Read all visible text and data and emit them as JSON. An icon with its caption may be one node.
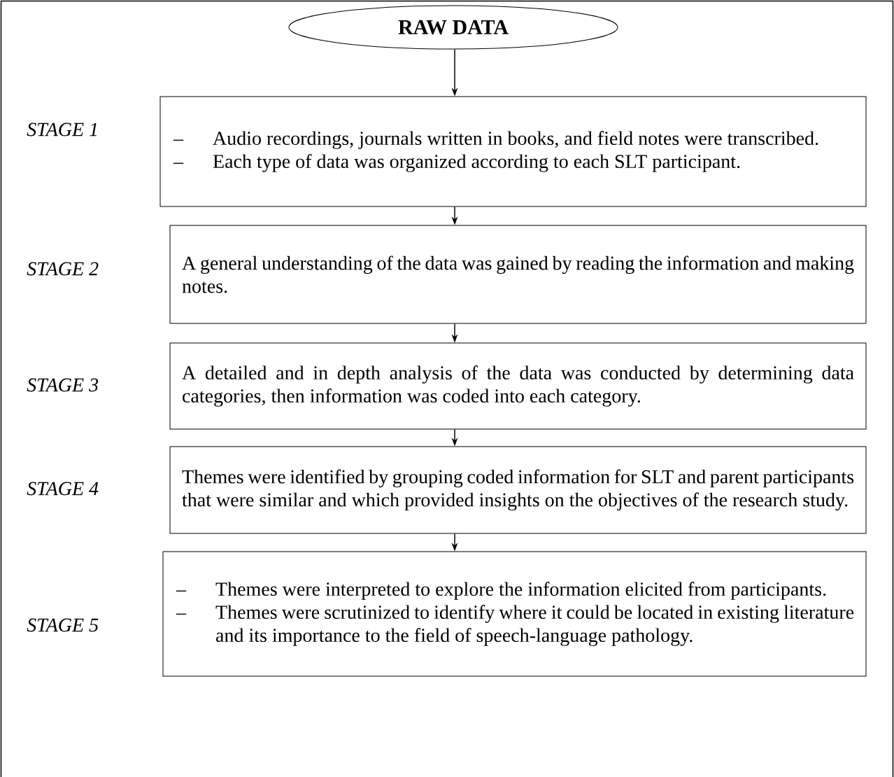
{
  "diagram": {
    "nodes": [
      {
        "text": [
          "RAW DATA"
        ]
      },
      {
        "text": [
          "Audio recordings, journals written in books, and field notes were transcribed.",
          "Each type of data was organized according to each SLT participant."
        ]
      },
      {
        "text": [
          "A general understanding of the data was gained by reading the information and making notes."
        ]
      },
      {
        "text": [
          "A detailed and in depth analysis of the data was conducted by determining data categories, then information was coded into each category."
        ]
      },
      {
        "text": [
          "Themes were identified by grouping coded information for SLT and parent participants that were similar and which provided insights on the objectives of the research study."
        ]
      },
      {
        "text": [
          "Themes were interpreted to explore the information elicited from participants.",
          "Themes were scrutinized to identify where it could be located in existing literature and its importance to the field of speech-language pathology."
        ]
      }
    ],
    "labels": [
      "STAGE 1",
      "–",
      "–",
      "STAGE 2",
      "STAGE 3",
      "STAGE 4",
      "–",
      "–",
      "STAGE 5"
    ],
    "edges": [
      {
        "from": 0,
        "to": 1,
        "arrow": "to"
      },
      {
        "from": 1,
        "to": 2,
        "arrow": "to"
      },
      {
        "from": 2,
        "to": 3,
        "arrow": "to"
      },
      {
        "from": 3,
        "to": 4,
        "arrow": "to"
      },
      {
        "from": 4,
        "to": 5,
        "arrow": "to"
      }
    ]
  }
}
